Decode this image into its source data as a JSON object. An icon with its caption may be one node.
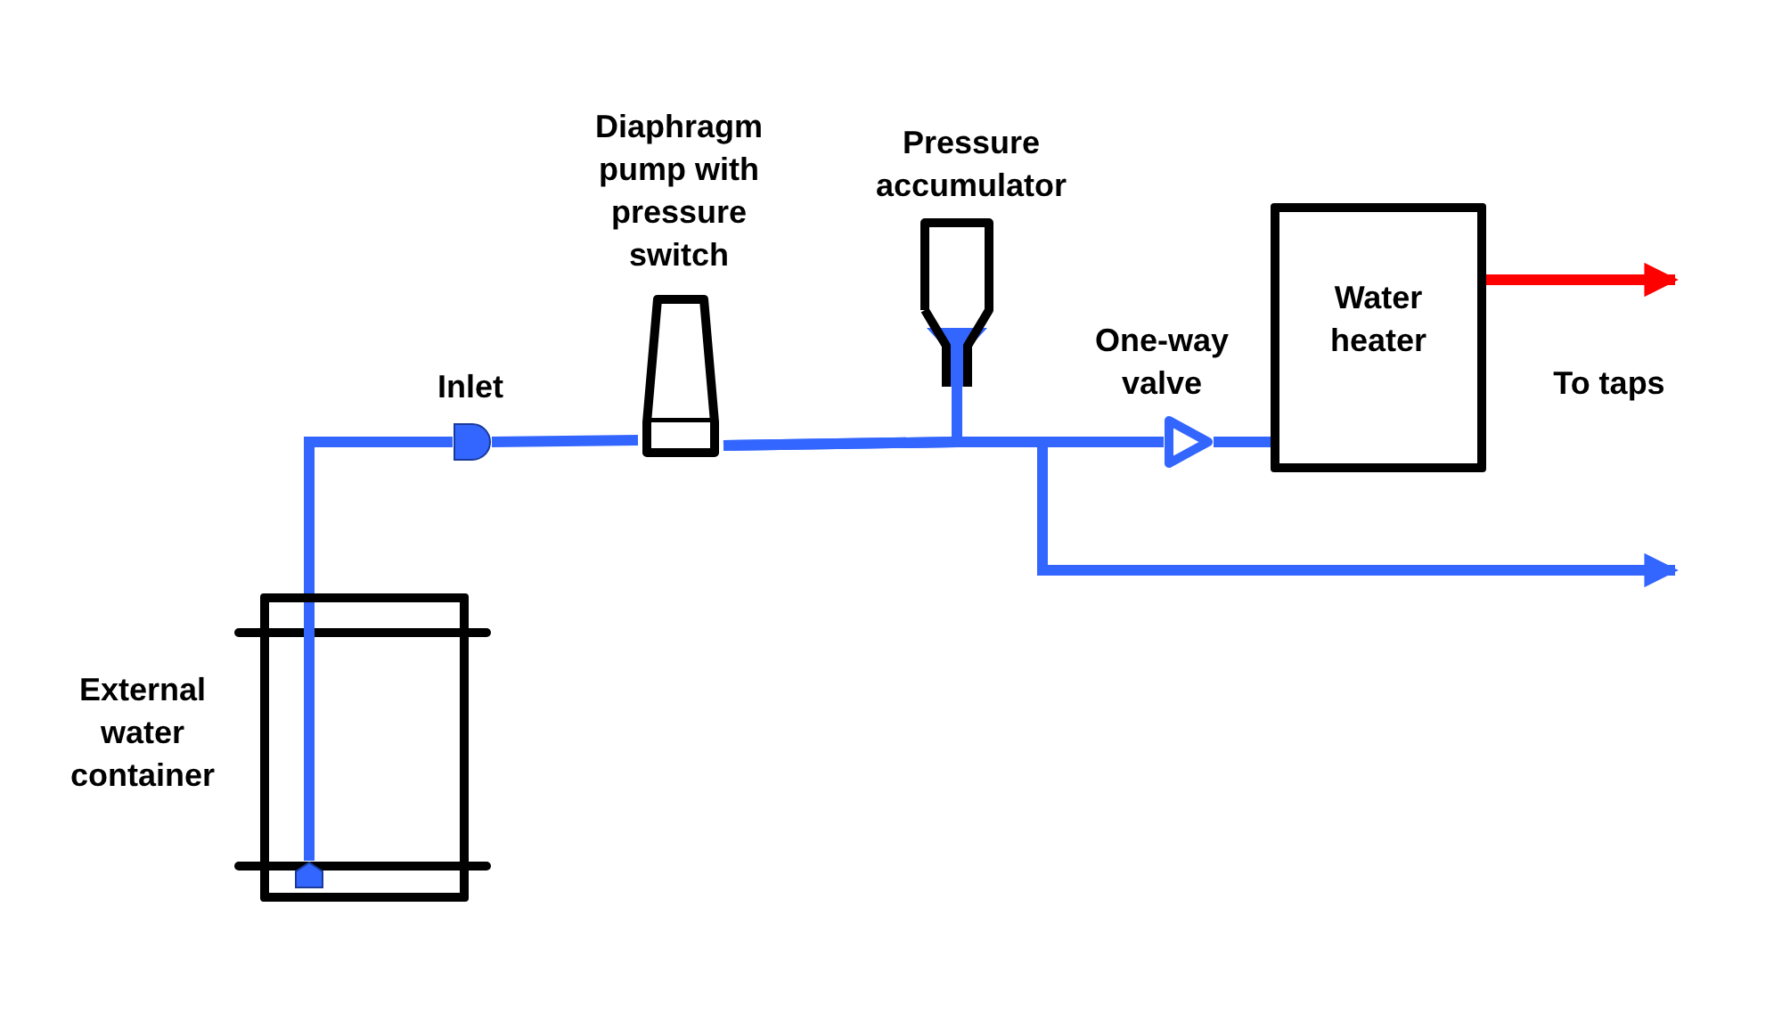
{
  "diagram": {
    "nodes": [
      {
        "text": [
          "External water container"
        ]
      },
      {
        "text": [],
        "shape": "box",
        "in": 0
      },
      {
        "text": [
          "Inlet"
        ]
      },
      {
        "text": [
          "Diaphragm pump with pressure switch"
        ]
      },
      {
        "text": [
          "Pressure accumulator"
        ]
      },
      {
        "text": [
          "One-way valve"
        ]
      },
      {
        "text": [
          "Water heater"
        ]
      }
    ],
    "edges": [
      {
        "from": 1,
        "to": 2,
        "arrow": "none"
      },
      {
        "from": 2,
        "to": 3,
        "arrow": "none"
      },
      {
        "from": 3,
        "to": 5,
        "arrow": "none"
      },
      {
        "from": 4,
        "to": 5,
        "arrow": "none"
      },
      {
        "from": 3,
        "to": null,
        "arrow": "to"
      },
      {
        "from": 5,
        "to": 6,
        "arrow": "none"
      },
      {
        "from": 6,
        "to": null,
        "arrow": "to",
        "color": "#ff0000"
      }
    ],
    "labels": [
      "To taps"
    ]
  }
}
